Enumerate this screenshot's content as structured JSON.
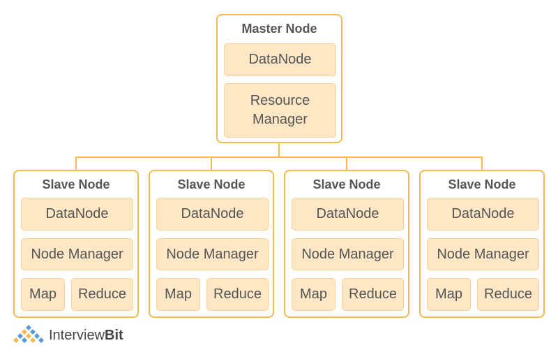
{
  "colors": {
    "accent": "#f5b94d",
    "box_fill": "#fde7c4",
    "text": "#555555"
  },
  "master": {
    "title": "Master Node",
    "items": [
      "DataNode",
      "Resource\nManager"
    ]
  },
  "slaves": [
    {
      "title": "Slave Node",
      "datanode": "DataNode",
      "manager": "Node Manager",
      "map": "Map",
      "reduce": "Reduce"
    },
    {
      "title": "Slave Node",
      "datanode": "DataNode",
      "manager": "Node Manager",
      "map": "Map",
      "reduce": "Reduce"
    },
    {
      "title": "Slave Node",
      "datanode": "DataNode",
      "manager": "Node Manager",
      "map": "Map",
      "reduce": "Reduce"
    },
    {
      "title": "Slave Node",
      "datanode": "DataNode",
      "manager": "Node Manager",
      "map": "Map",
      "reduce": "Reduce"
    }
  ],
  "brand": {
    "name_main": "Interview",
    "name_suffix": "Bit",
    "icon": "interviewbit-logo-icon"
  }
}
